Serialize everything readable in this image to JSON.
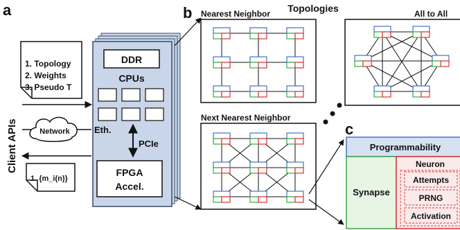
{
  "panels": {
    "a": "a",
    "b": "b",
    "c": "c"
  },
  "panel_a": {
    "side_label": "Client APIs",
    "input_doc": [
      "1. Topology",
      "2. Weights",
      "3. Pseudo T"
    ],
    "output_doc": "1. {m_i(n)}",
    "network": "Network",
    "fpga_board": {
      "ddr": "DDR",
      "cpus": "CPUs",
      "eth": "Eth.",
      "pcie": "PCIe",
      "fpga": [
        "FPGA",
        "Accel."
      ]
    }
  },
  "panel_b": {
    "title": "Topologies",
    "nearest": "Nearest Neighbor",
    "next_nearest": "Next Nearest Neighbor",
    "all_to_all": "All to All"
  },
  "panel_c": {
    "programmability": "Programmability",
    "synapse": "Synapse",
    "neuron": "Neuron",
    "modules": [
      "Attempts",
      "PRNG",
      "Activation"
    ]
  },
  "colors": {
    "board_fill": "#c9d6ea",
    "board_stroke": "#3a4a66",
    "prog_fill": "#d6e2f2",
    "node_blue": "#4472c4",
    "node_green": "#3aa64a",
    "node_red": "#e03030",
    "synapse_fill": "#e8f4e4",
    "neuron_fill": "#fbeaea"
  }
}
